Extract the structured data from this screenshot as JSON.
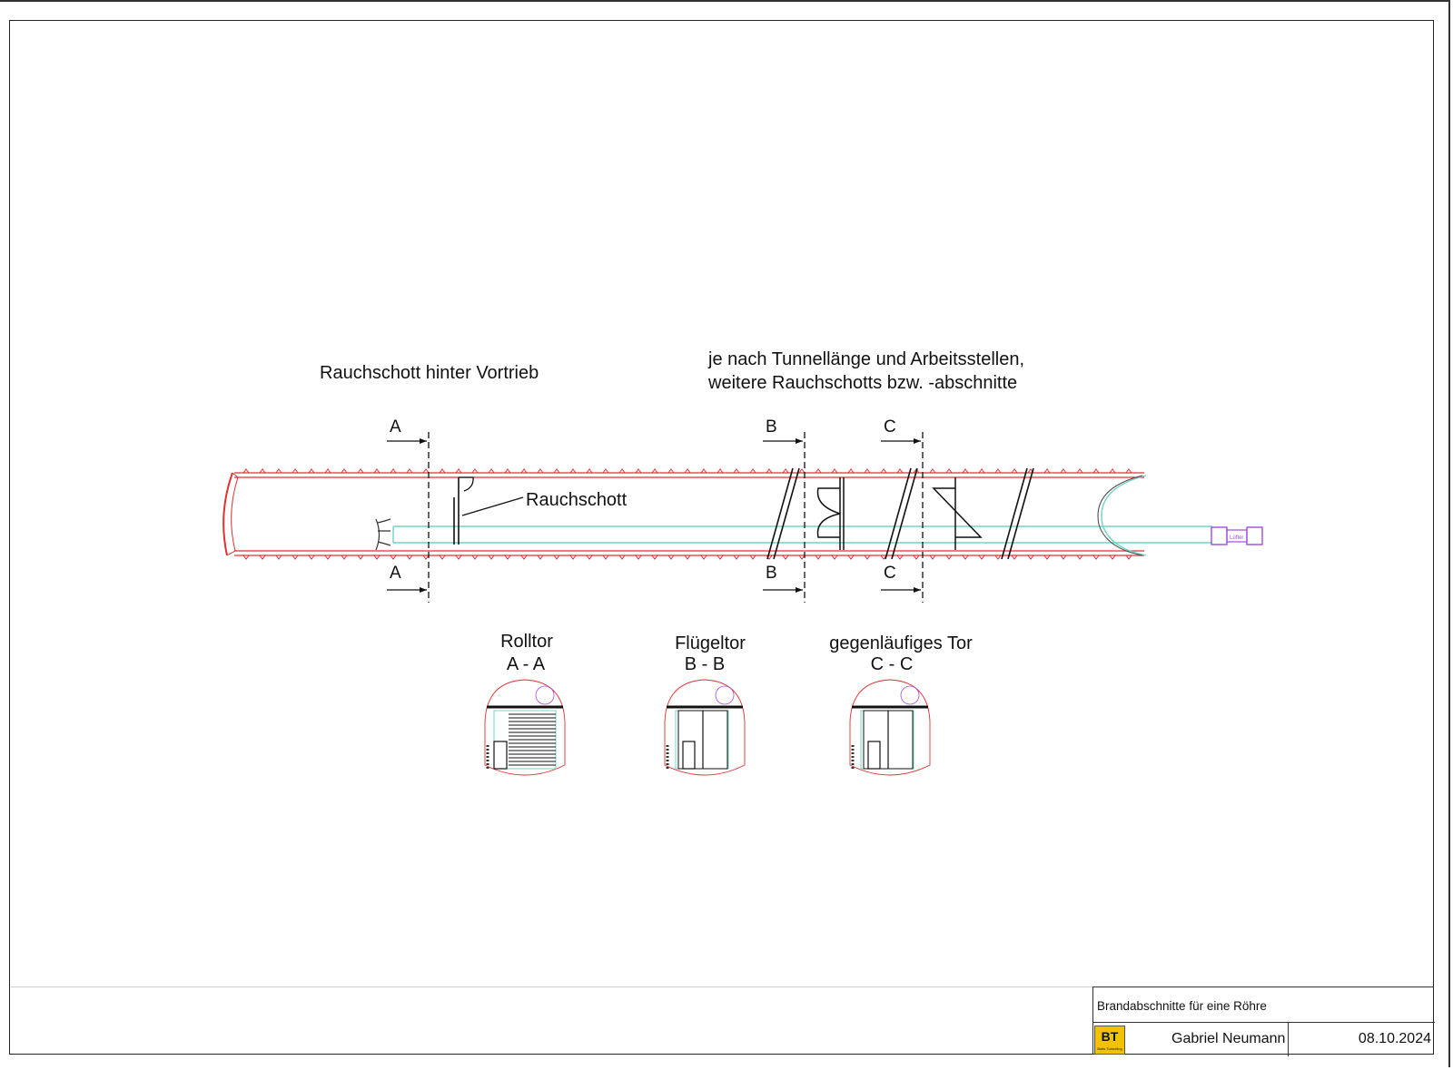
{
  "labels": {
    "heading_left": "Rauchschott hinter Vortrieb",
    "heading_right_line1": "je nach Tunnellänge und Arbeitsstellen,",
    "heading_right_line2": "weitere Rauchschotts bzw. -abschnitte",
    "rauchschott": "Rauchschott",
    "fan": "Lüfter"
  },
  "sections": [
    {
      "letter": "A",
      "name": "Rolltor",
      "cut": "A - A"
    },
    {
      "letter": "B",
      "name": "Flügeltor",
      "cut": "B - B"
    },
    {
      "letter": "C",
      "name": "gegenläufiges Tor",
      "cut": "C - C"
    }
  ],
  "title_block": {
    "title": "Brandabschnitte für eine Röhre",
    "logo_text": "BT",
    "logo_subtext": "Bolts Tunneling",
    "author": "Gabriel Neumann",
    "date": "08.10.2024"
  },
  "colors": {
    "tunnel_outline": "#e03030",
    "duct": "#6fd6c6",
    "fan": "#a24be0",
    "line": "#111111"
  }
}
